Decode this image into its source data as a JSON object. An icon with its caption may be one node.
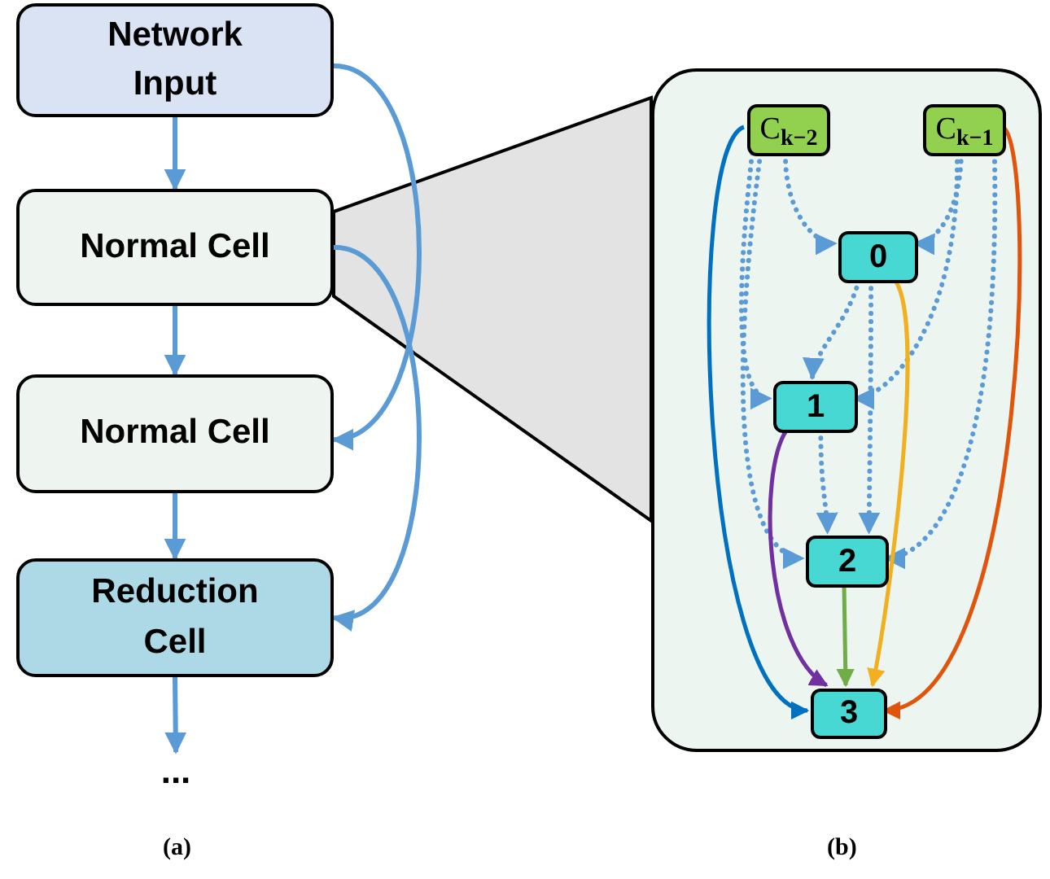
{
  "diagram": {
    "nodes": [
      {
        "text": [
          "Network Input"
        ]
      },
      {
        "text": [
          "Normal Cell"
        ]
      },
      {
        "text": [
          "Normal Cell"
        ]
      },
      {
        "text": [
          "Reduction Cell"
        ]
      },
      {
        "text": [
          "..."
        ]
      },
      {
        "text": [],
        "shape": "box"
      },
      {
        "text": [
          "C$_{k−2}$"
        ],
        "in": 5
      },
      {
        "text": [
          "C$_{k−1}$"
        ],
        "in": 5
      },
      {
        "text": [
          "0"
        ],
        "in": 5
      },
      {
        "text": [
          "1"
        ],
        "in": 5
      },
      {
        "text": [
          "2"
        ],
        "in": 5
      },
      {
        "text": [
          "3"
        ],
        "in": 5
      }
    ],
    "edges": [
      {
        "from": 0,
        "to": 1,
        "arrow": "to"
      },
      {
        "from": 1,
        "to": 2,
        "arrow": "to"
      },
      {
        "from": 2,
        "to": 3,
        "arrow": "to"
      },
      {
        "from": 3,
        "to": 4,
        "arrow": "to"
      },
      {
        "from": 0,
        "to": 2,
        "arrow": "to"
      },
      {
        "from": 1,
        "to": 3,
        "arrow": "to"
      },
      {
        "from": 6,
        "to": 8,
        "arrow": "to",
        "style": "dashed"
      },
      {
        "from": 7,
        "to": 8,
        "arrow": "to",
        "style": "dashed"
      },
      {
        "from": 6,
        "to": 9,
        "arrow": "to",
        "style": "dashed"
      },
      {
        "from": 7,
        "to": 9,
        "arrow": "to",
        "style": "dashed"
      },
      {
        "from": 8,
        "to": 9,
        "arrow": "to",
        "style": "dashed"
      },
      {
        "from": 6,
        "to": 10,
        "arrow": "to",
        "style": "dashed"
      },
      {
        "from": 7,
        "to": 10,
        "arrow": "to",
        "style": "dashed"
      },
      {
        "from": 8,
        "to": 10,
        "arrow": "to",
        "style": "dashed"
      },
      {
        "from": 9,
        "to": 10,
        "arrow": "to",
        "style": "dashed"
      },
      {
        "from": 6,
        "to": 11,
        "arrow": "to",
        "color": "#0070c0"
      },
      {
        "from": 7,
        "to": 11,
        "arrow": "to",
        "color": "#e0540c"
      },
      {
        "from": 8,
        "to": 11,
        "arrow": "to",
        "color": "#f0b020"
      },
      {
        "from": 9,
        "to": 11,
        "arrow": "to",
        "color": "#7030a0"
      },
      {
        "from": 10,
        "to": 11,
        "arrow": "to",
        "color": "#70ad47"
      }
    ],
    "labels": [
      "(a)",
      "(b)"
    ]
  }
}
